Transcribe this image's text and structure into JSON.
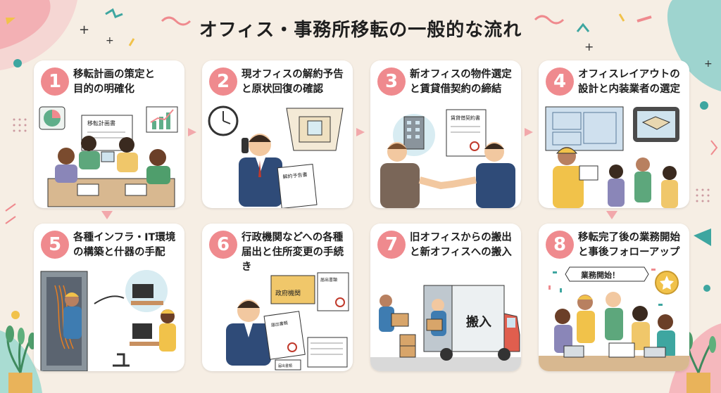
{
  "title": "オフィス・事務所移転の一般的な流れ",
  "steps": [
    {
      "number": "1",
      "title": "移転計画の策定と\n目的の明確化",
      "doc_label": "移転計画書"
    },
    {
      "number": "2",
      "title": "現オフィスの解約予告\nと原状回復の確認",
      "doc_label": "解約予告書"
    },
    {
      "number": "3",
      "title": "新オフィスの物件選定\nと賃貸借契約の締結",
      "doc_label": "賃貸借契約書"
    },
    {
      "number": "4",
      "title": "オフィスレイアウトの\n設計と内装業者の選定"
    },
    {
      "number": "5",
      "title": "各種インフラ・IT環境\nの構築と什器の手配"
    },
    {
      "number": "6",
      "title": "行政機関などへの各種\n届出と住所変更の手続き",
      "sign_label": "政府機関",
      "doc_label": "届出書類",
      "doc_label_2": "届出書類",
      "doc_label_3": "届出書類"
    },
    {
      "number": "7",
      "title": "旧オフィスからの搬出\nと新オフィスへの搬入",
      "truck_label": "搬入"
    },
    {
      "number": "8",
      "title": "移転完了後の業務開始\nと事後フォローアップ",
      "banner_label": "業務開始！"
    }
  ],
  "colors": {
    "accent": "#ef8a8e",
    "background": "#f6eee4",
    "card": "#ffffff"
  }
}
